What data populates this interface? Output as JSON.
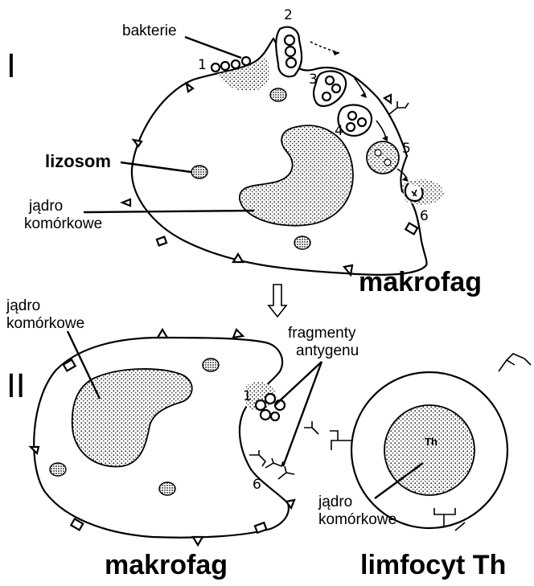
{
  "panel_1": {
    "roman_numeral": "I",
    "labels": {
      "bacteria": "bakterie",
      "lysosome": "lizosom",
      "nucleus_line1": "jądro",
      "nucleus_line2": "komórkowe",
      "cell_name": "makrofag"
    },
    "step_numbers": [
      "1",
      "2",
      "3",
      "4",
      "5",
      "6"
    ]
  },
  "arrow_between_panels": "down-outline-arrow",
  "panel_2": {
    "roman_numeral": "II",
    "labels": {
      "macrophage_nucleus_line1": "jądro",
      "macrophage_nucleus_line2": "komórkowe",
      "antigen_fragments_line1": "fragmenty",
      "antigen_fragments_line2": "antygenu",
      "lymphocyte_nucleus_line1": "jądro",
      "lymphocyte_nucleus_line2": "komórkowe",
      "lymphocyte_nucleus_text": "Th",
      "macrophage_name": "makrofag",
      "lymphocyte_name": "limfocyt Th"
    },
    "step_numbers": [
      "1",
      "6"
    ]
  }
}
